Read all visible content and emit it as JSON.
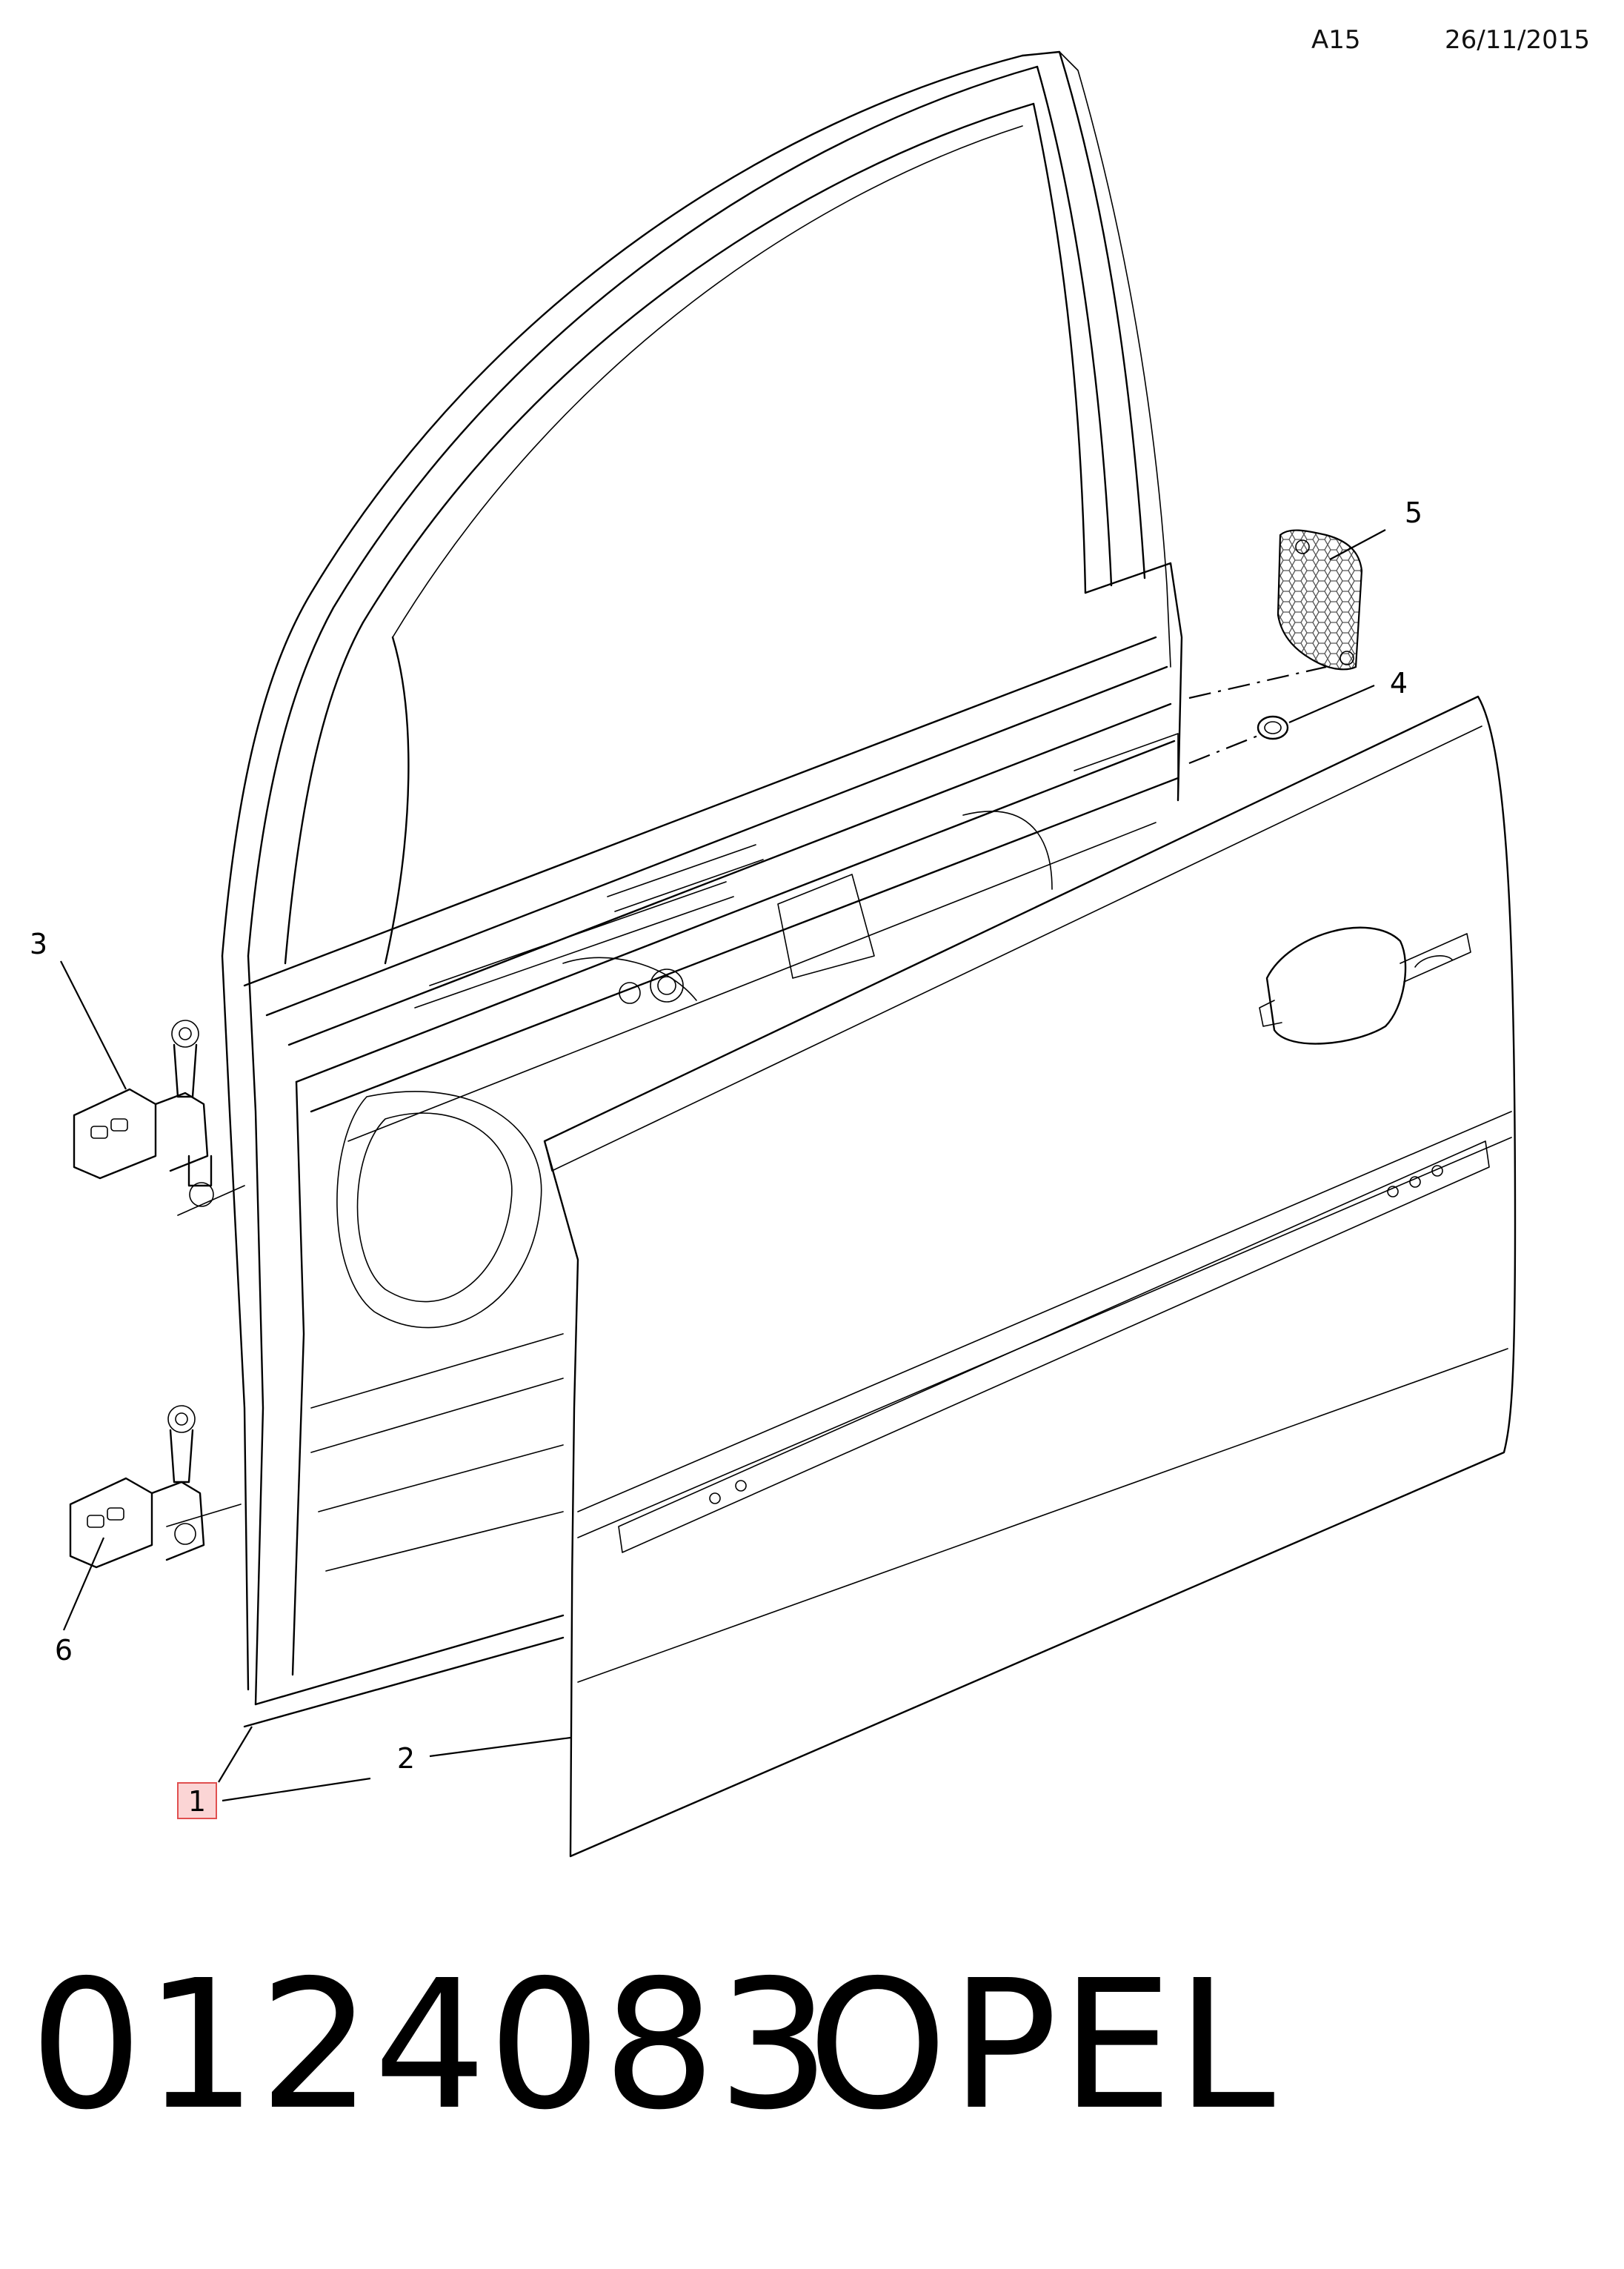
{
  "header": {
    "diagram_code": "A15",
    "date": "26/11/2015"
  },
  "callouts": [
    {
      "id": 1,
      "label": "1",
      "highlighted": true
    },
    {
      "id": 2,
      "label": "2",
      "highlighted": false
    },
    {
      "id": 3,
      "label": "3",
      "highlighted": false
    },
    {
      "id": 4,
      "label": "4",
      "highlighted": false
    },
    {
      "id": 5,
      "label": "5",
      "highlighted": false
    },
    {
      "id": 6,
      "label": "6",
      "highlighted": false
    }
  ],
  "footer": {
    "part_number": "0124083",
    "brand": "OPEL"
  },
  "colors": {
    "line": "#000000",
    "highlight_fill": "#fbd5d5",
    "highlight_stroke": "#e05050",
    "mesh": "#555555"
  }
}
